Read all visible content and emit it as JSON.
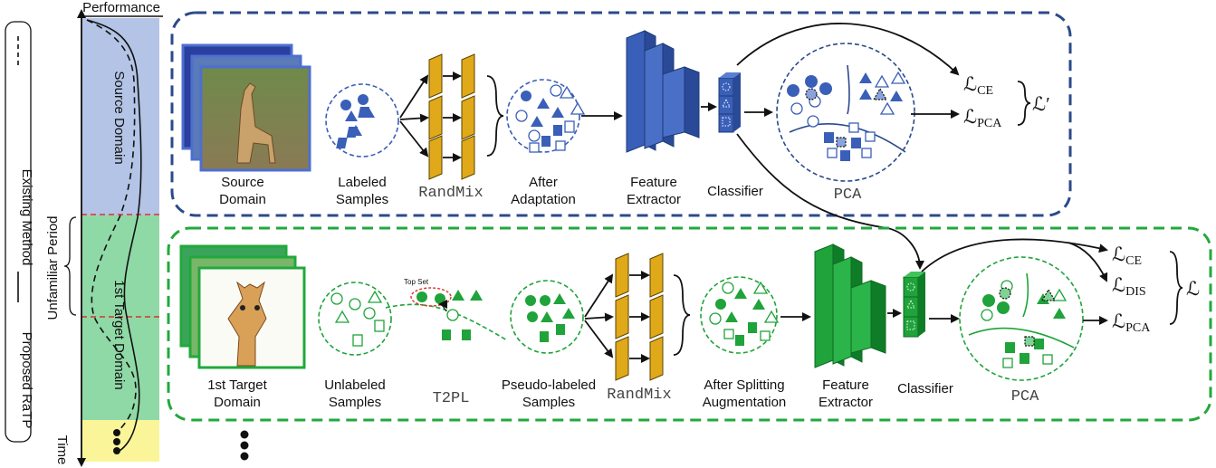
{
  "timeline": {
    "performance_label": "Performance",
    "time_label": "Time",
    "unfamiliar_label": "Unfamiliar Period",
    "source_domain_label": "Source Domain",
    "first_target_label": "1st Target  Domain"
  },
  "legend": {
    "existing_label": "Existing Method",
    "proposed_label": "Proposed RaTP"
  },
  "source_row": {
    "source_domain_caption": [
      "Source",
      "Domain"
    ],
    "labeled_samples_caption": [
      "Labeled",
      "Samples"
    ],
    "randmix_label": "RandMix",
    "after_adaptation_caption": [
      "After",
      "Adaptation"
    ],
    "feature_extractor_caption": [
      "Feature",
      "Extractor"
    ],
    "classifier_caption": "Classifier",
    "pca_label": "PCA",
    "loss_ce": {
      "main": "ℒ",
      "sub": "CE"
    },
    "loss_pca": {
      "main": "ℒ",
      "sub": "PCA"
    },
    "loss_total": "ℒ′",
    "color": "#3a5fb8",
    "border_color": "#2b4a8a"
  },
  "target_row": {
    "target_domain_caption": [
      "1st Target",
      "Domain"
    ],
    "unlabeled_samples_caption": [
      "Unlabeled",
      "Samples"
    ],
    "t2pl_label": "T2PL",
    "top_set_label": "Top Set",
    "pseudo_labeled_caption": [
      "Pseudo-labeled",
      "Samples"
    ],
    "randmix_label": "RandMix",
    "after_splitting_caption": [
      "After Splitting",
      "Augmentation"
    ],
    "feature_extractor_caption": [
      "Feature",
      "Extractor"
    ],
    "classifier_caption": "Classifier",
    "pca_label": "PCA",
    "loss_ce": {
      "main": "ℒ",
      "sub": "CE"
    },
    "loss_dis": {
      "main": "ℒ",
      "sub": "DIS"
    },
    "loss_pca": {
      "main": "ℒ",
      "sub": "PCA"
    },
    "loss_total": "ℒ",
    "color": "#1fa33a",
    "border_color": "#22a83c"
  },
  "colors": {
    "source_band": "#b3c4e6",
    "target_band": "#8fd9a6",
    "future_band": "#fbf59a",
    "randmix_fill": "#e0a91a",
    "divider_red": "#d9342b"
  }
}
